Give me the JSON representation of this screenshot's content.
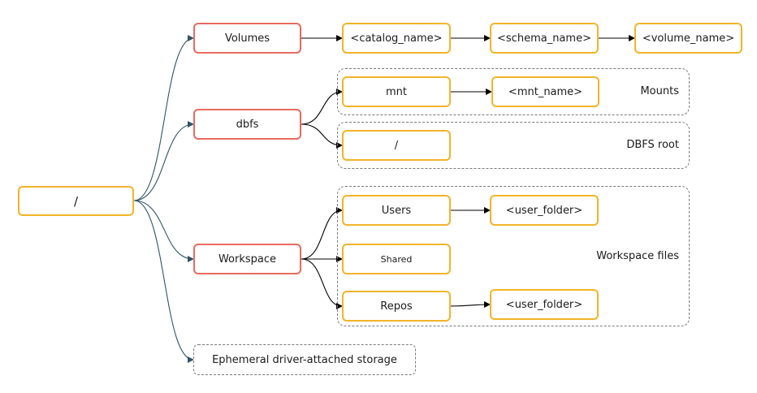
{
  "root": {
    "label": "/"
  },
  "volumes": {
    "label": "Volumes",
    "catalog": "<catalog_name>",
    "schema": "<schema_name>",
    "volume": "<volume_name>"
  },
  "dbfs": {
    "label": "dbfs",
    "mounts_group": "Mounts",
    "mnt": "mnt",
    "mnt_name": "<mnt_name>",
    "root_group": "DBFS root",
    "root_slash": "/"
  },
  "workspace": {
    "label": "Workspace",
    "group": "Workspace files",
    "users": "Users",
    "users_folder": "<user_folder>",
    "shared": "Shared",
    "repos": "Repos",
    "repos_folder": "<user_folder>"
  },
  "ephemeral": {
    "label": "Ephemeral driver-attached storage"
  },
  "colors": {
    "primary_border": "#e86a5e",
    "secondary_border": "#f2b42a",
    "root_edges": "#2f5566",
    "child_edges": "#000000",
    "group_border": "#7a7a7a"
  }
}
